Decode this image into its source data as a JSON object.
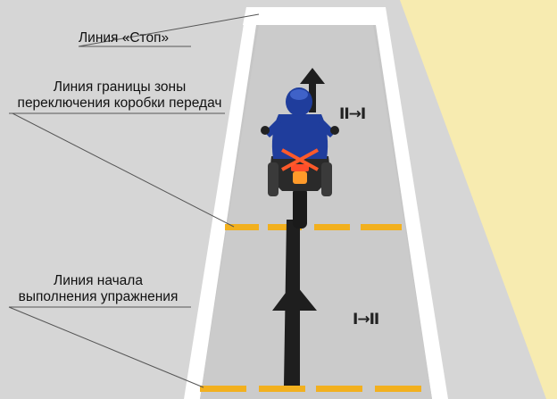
{
  "labels": {
    "stop_line": "Линия «Стоп»",
    "gear_zone_line_1": "Линия границы зоны",
    "gear_zone_line_2": "переключения коробки передач",
    "start_line_1": "Линия начала",
    "start_line_2": "выполнения упражнения"
  },
  "gear_marks": {
    "upshift": "II→I",
    "downshift": "I→II"
  },
  "colors": {
    "asphalt": "#d6d6d6",
    "road": "#c4c4c4",
    "sand": "#f7ebb0",
    "lane_border": "#ffffff",
    "dash": "#f2b01e",
    "track_arrow": "#1e1e1e",
    "rider_jacket": "#1f3d9c",
    "motorcycle": "#2a2a2a"
  },
  "icons": [
    "motorcycle-rider-icon",
    "direction-arrow-icon"
  ]
}
